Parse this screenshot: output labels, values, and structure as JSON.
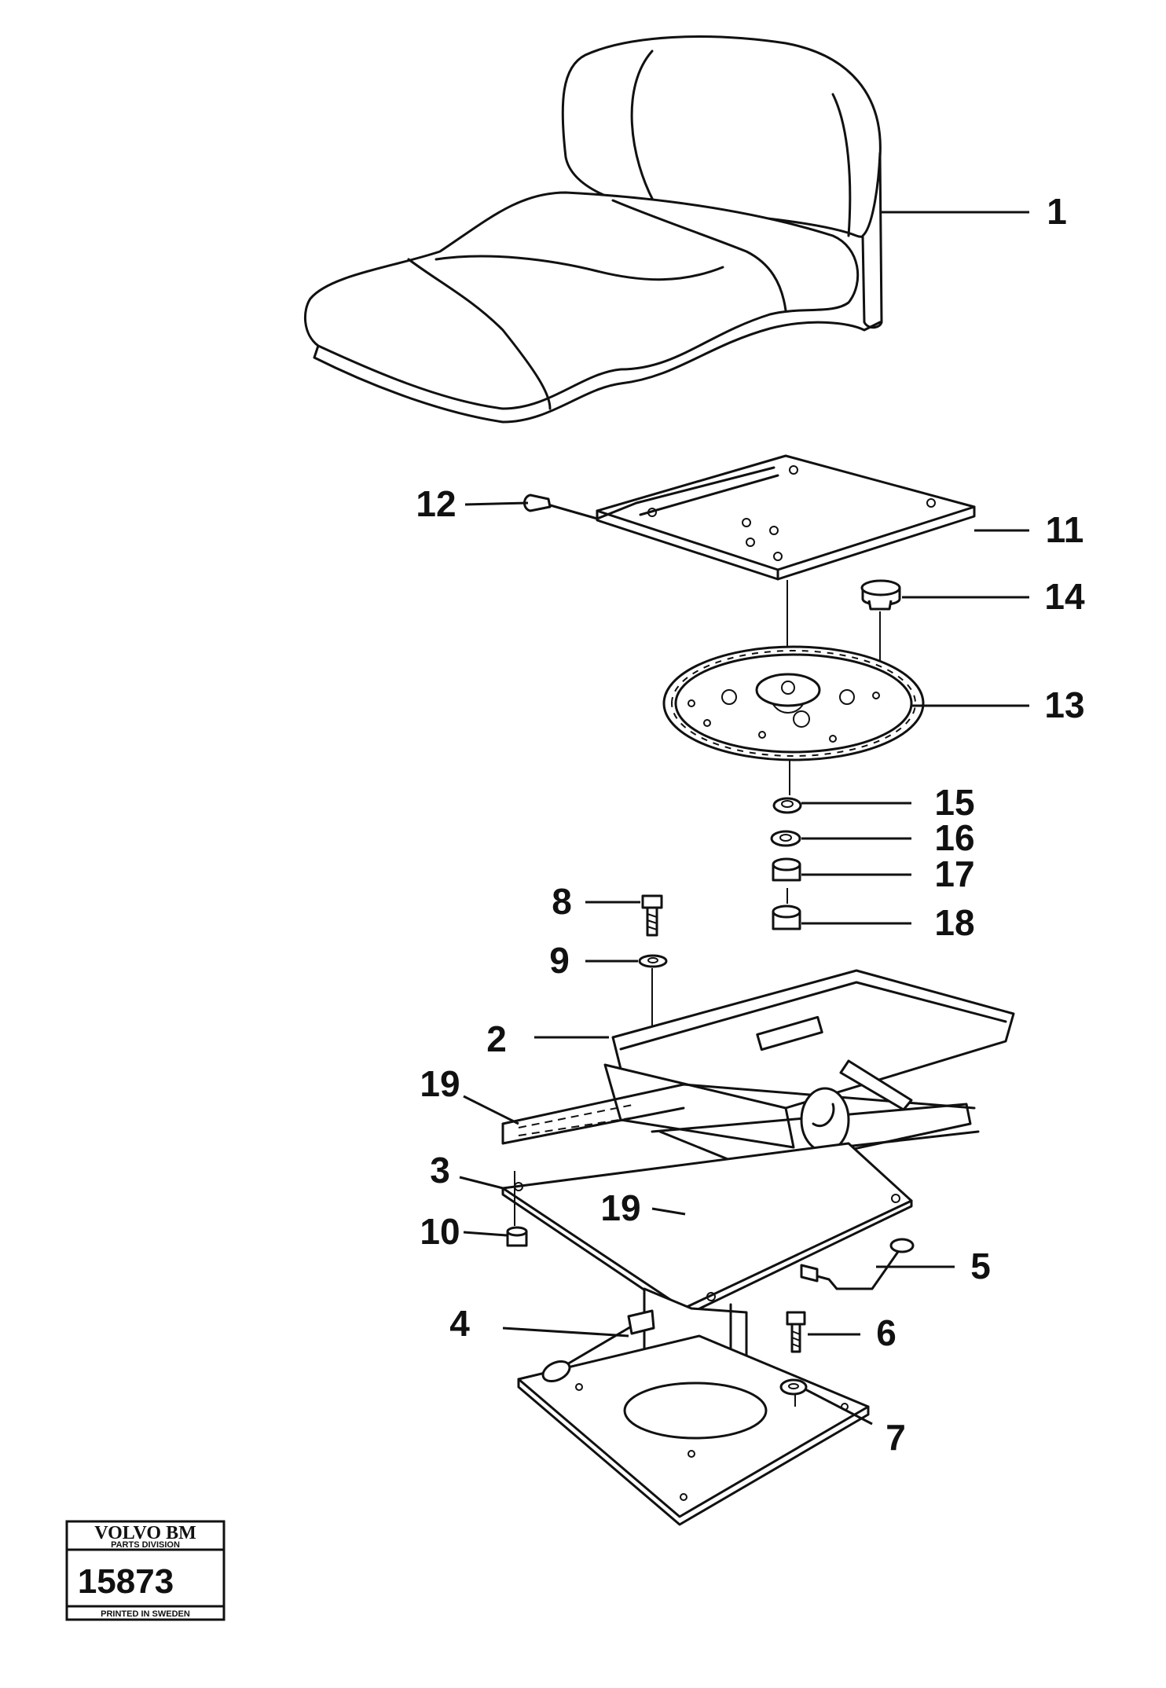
{
  "diagram": {
    "labels": [
      {
        "id": "1",
        "text": "1"
      },
      {
        "id": "2",
        "text": "2"
      },
      {
        "id": "3",
        "text": "3"
      },
      {
        "id": "4",
        "text": "4"
      },
      {
        "id": "5",
        "text": "5"
      },
      {
        "id": "6",
        "text": "6"
      },
      {
        "id": "7",
        "text": "7"
      },
      {
        "id": "8",
        "text": "8"
      },
      {
        "id": "9",
        "text": "9"
      },
      {
        "id": "10",
        "text": "10"
      },
      {
        "id": "11",
        "text": "11"
      },
      {
        "id": "12",
        "text": "12"
      },
      {
        "id": "13",
        "text": "13"
      },
      {
        "id": "14",
        "text": "14"
      },
      {
        "id": "15",
        "text": "15"
      },
      {
        "id": "16",
        "text": "16"
      },
      {
        "id": "17",
        "text": "17"
      },
      {
        "id": "18",
        "text": "18"
      },
      {
        "id": "19a",
        "text": "19"
      },
      {
        "id": "19b",
        "text": "19"
      }
    ]
  },
  "stamp": {
    "brand": "VOLVO BM",
    "division": "PARTS DIVISION",
    "number": "15873",
    "footer": "PRINTED IN SWEDEN"
  }
}
